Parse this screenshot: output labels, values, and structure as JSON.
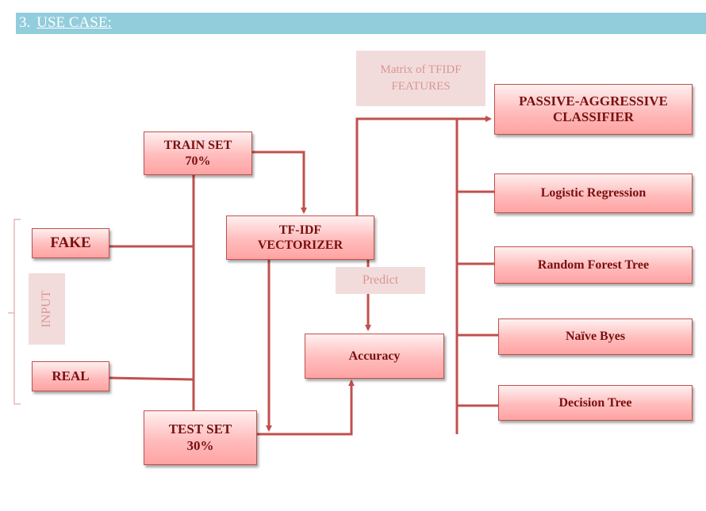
{
  "header": {
    "number": "3.",
    "title": "USE CASE:"
  },
  "nodes": {
    "train_set": {
      "line1": "TRAIN SET",
      "line2": "70%"
    },
    "test_set": {
      "line1": "TEST SET",
      "line2": "30%"
    },
    "fake": "FAKE",
    "real": "REAL",
    "vectorizer": {
      "line1": "TF-IDF",
      "line2": "VECTORIZER"
    },
    "accuracy": "Accuracy",
    "pac": {
      "line1": "PASSIVE-AGGRESSIVE",
      "line2": "CLASSIFIER"
    },
    "logistic": "Logistic Regression",
    "random_forest": "Random Forest Tree",
    "naive_bayes": "Naïve Byes",
    "decision_tree": "Decision Tree"
  },
  "notes": {
    "tfidf_features": {
      "line1": "Matrix of TFIDF",
      "line2": "FEATURES"
    },
    "predict": "Predict",
    "input": "INPUT"
  },
  "colors": {
    "banner": "#92cddc",
    "connector": "#c0504d",
    "node_border": "#c0504d",
    "node_fill": "#ffbcbc",
    "node_text": "#7a0f0f",
    "note_fill": "#f2dcdb",
    "note_text": "#d99594",
    "bracket": "#e6b9b8"
  }
}
